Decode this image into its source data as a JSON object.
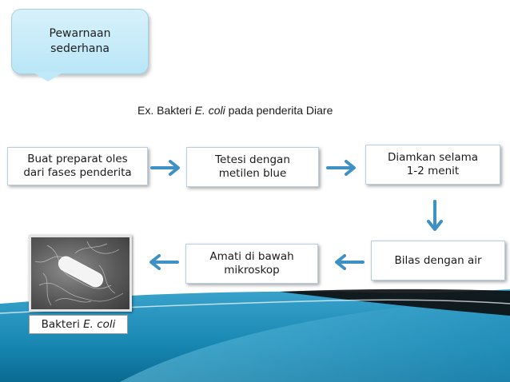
{
  "callout": {
    "line1": "Pewarnaan",
    "line2": "sederhana"
  },
  "subtitle": {
    "prefix": "Ex. Bakteri ",
    "species": "E. coli",
    "suffix": " pada penderita Diare"
  },
  "steps": [
    {
      "line1": "Buat preparat oles",
      "line2": "dari fases penderita"
    },
    {
      "line1": "Tetesi dengan",
      "line2": "metilen blue"
    },
    {
      "line1": "Diamkan selama",
      "line2": "1-2 menit"
    },
    {
      "line1": "Bilas dengan air"
    },
    {
      "line1": "Amati di bawah",
      "line2": "mikroskop"
    }
  ],
  "caption": {
    "prefix": "Bakteri ",
    "species": "E. coli"
  },
  "colors": {
    "arrow": "#3d91c4",
    "wave_dark": "#0d6f95",
    "wave_light": "#5ab9da"
  },
  "icons": [
    "arrow-right-icon",
    "arrow-down-icon",
    "arrow-left-icon"
  ]
}
